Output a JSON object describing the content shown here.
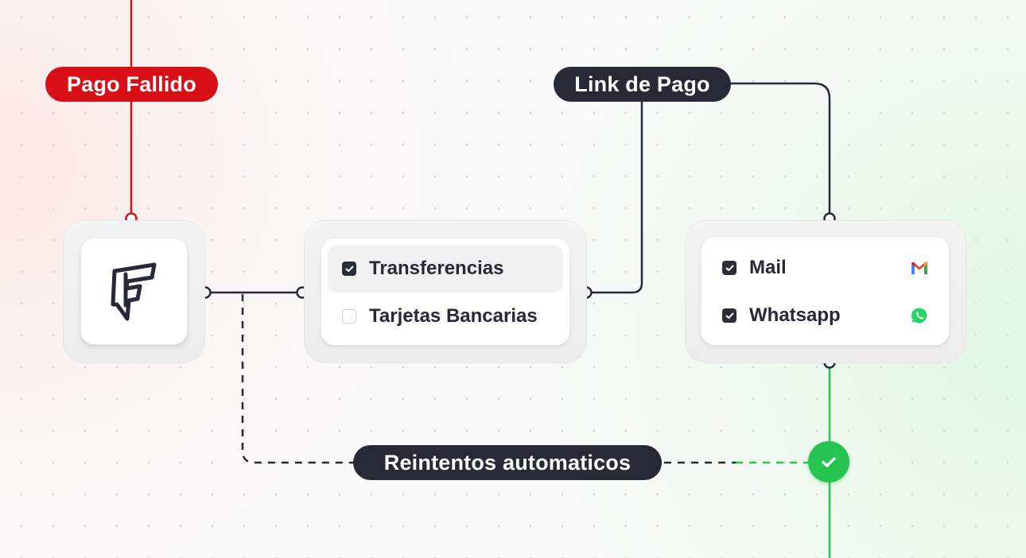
{
  "labels": {
    "pago_fallido": "Pago Fallido",
    "link_de_pago": "Link de Pago",
    "reintentos": "Reintentos automaticos"
  },
  "payment_methods": [
    {
      "label": "Transferencias",
      "checked": true,
      "selected": true
    },
    {
      "label": "Tarjetas Bancarias",
      "checked": false,
      "selected": false
    }
  ],
  "channels": [
    {
      "label": "Mail",
      "checked": true,
      "icon": "gmail-icon"
    },
    {
      "label": "Whatsapp",
      "checked": true,
      "icon": "whatsapp-icon"
    }
  ],
  "icons": {
    "logo": "chat-bubble-logo-icon",
    "success": "check-circle-icon"
  },
  "colors": {
    "red": "#d80f16",
    "dark": "#272936",
    "green": "#27c44f",
    "card_bg": "#ffffff"
  }
}
